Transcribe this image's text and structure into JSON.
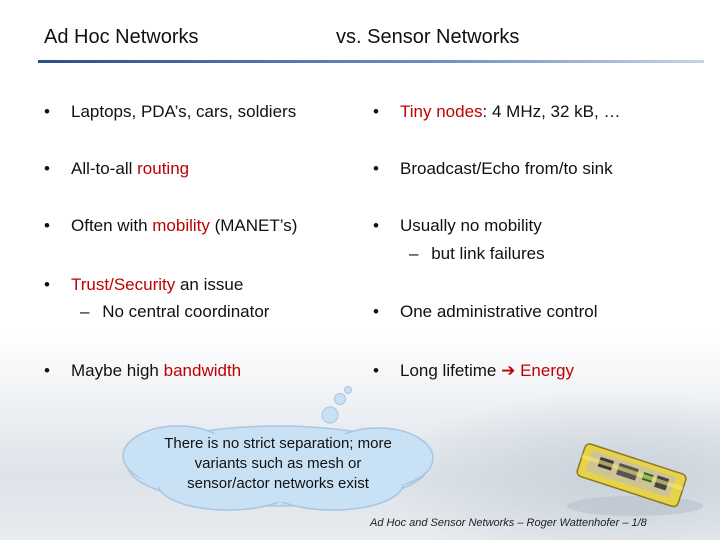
{
  "header": {
    "left_title": "Ad Hoc Networks",
    "right_title": "vs. Sensor Networks"
  },
  "bullet_glyph": "•",
  "dash_glyph": "–",
  "left": [
    {
      "pre": "Laptops, PDA’s, cars, soldiers",
      "red": "",
      "post": ""
    },
    {
      "pre": "All-to-all ",
      "red": "routing",
      "post": ""
    },
    {
      "pre": "Often with ",
      "red": "mobility",
      "post": " (MANET’s)"
    },
    {
      "pre": "",
      "red": "Trust/Security",
      "post": " an issue",
      "sub": "No central coordinator"
    },
    {
      "pre": "Maybe high ",
      "red": "bandwidth",
      "post": ""
    }
  ],
  "right": [
    {
      "pre": "",
      "red": "Tiny nodes",
      "post": ": 4 MHz, 32 kB, …"
    },
    {
      "pre": "Broadcast/Echo from/to sink",
      "red": "",
      "post": ""
    },
    {
      "pre": "Usually no mobility",
      "red": "",
      "post": "",
      "sub": "but link failures"
    },
    {
      "pre": "One administrative control",
      "red": "",
      "post": ""
    },
    {
      "pre": "Long lifetime ",
      "arrow": "➔",
      "red": " Energy",
      "post": ""
    }
  ],
  "callout": {
    "line1": "There is no strict separation; more",
    "line2": "variants such as mesh or",
    "line3": "sensor/actor networks exist"
  },
  "footer": {
    "text": "Ad Hoc and Sensor Networks – Roger Wattenhofer – 1/8"
  },
  "colors": {
    "accent_red": "#c00000",
    "rule_blue": "#2a4f8f",
    "cloud_fill": "#c8e1f5",
    "cloud_stroke": "#a9c6e0"
  }
}
